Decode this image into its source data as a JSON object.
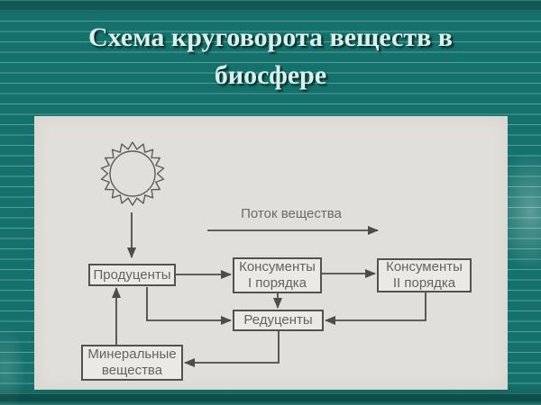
{
  "slide": {
    "title": "Схема круговорота веществ в биосфере",
    "colors": {
      "background_teal": "#15716b",
      "stripe": "#ddf5f0",
      "title_text": "#d8f1ec",
      "diagram_background": "#e1dfda",
      "box_border": "#52524f",
      "diagram_text": "#64645f",
      "arrow": "#4c4c49"
    }
  },
  "diagram": {
    "flow_label": "Поток вещества",
    "icons": [
      {
        "name": "sun-icon",
        "meaning": "солнце (источник энергии)"
      }
    ],
    "nodes": [
      {
        "id": "producers",
        "label": "Продуценты"
      },
      {
        "id": "consumers-1",
        "label": "Консументы\nI порядка"
      },
      {
        "id": "consumers-2",
        "label": "Консументы\nII порядка"
      },
      {
        "id": "reducers",
        "label": "Редуценты"
      },
      {
        "id": "minerals",
        "label": "Минеральные\nвещества"
      }
    ],
    "edges": [
      {
        "from": "sun",
        "to": "producers"
      },
      {
        "from": "producers",
        "to": "consumers-1"
      },
      {
        "from": "consumers-1",
        "to": "consumers-2"
      },
      {
        "from": "consumers-1",
        "to": "reducers"
      },
      {
        "from": "producers",
        "to": "reducers"
      },
      {
        "from": "consumers-2",
        "to": "reducers"
      },
      {
        "from": "reducers",
        "to": "minerals"
      },
      {
        "from": "minerals",
        "to": "producers"
      }
    ]
  }
}
